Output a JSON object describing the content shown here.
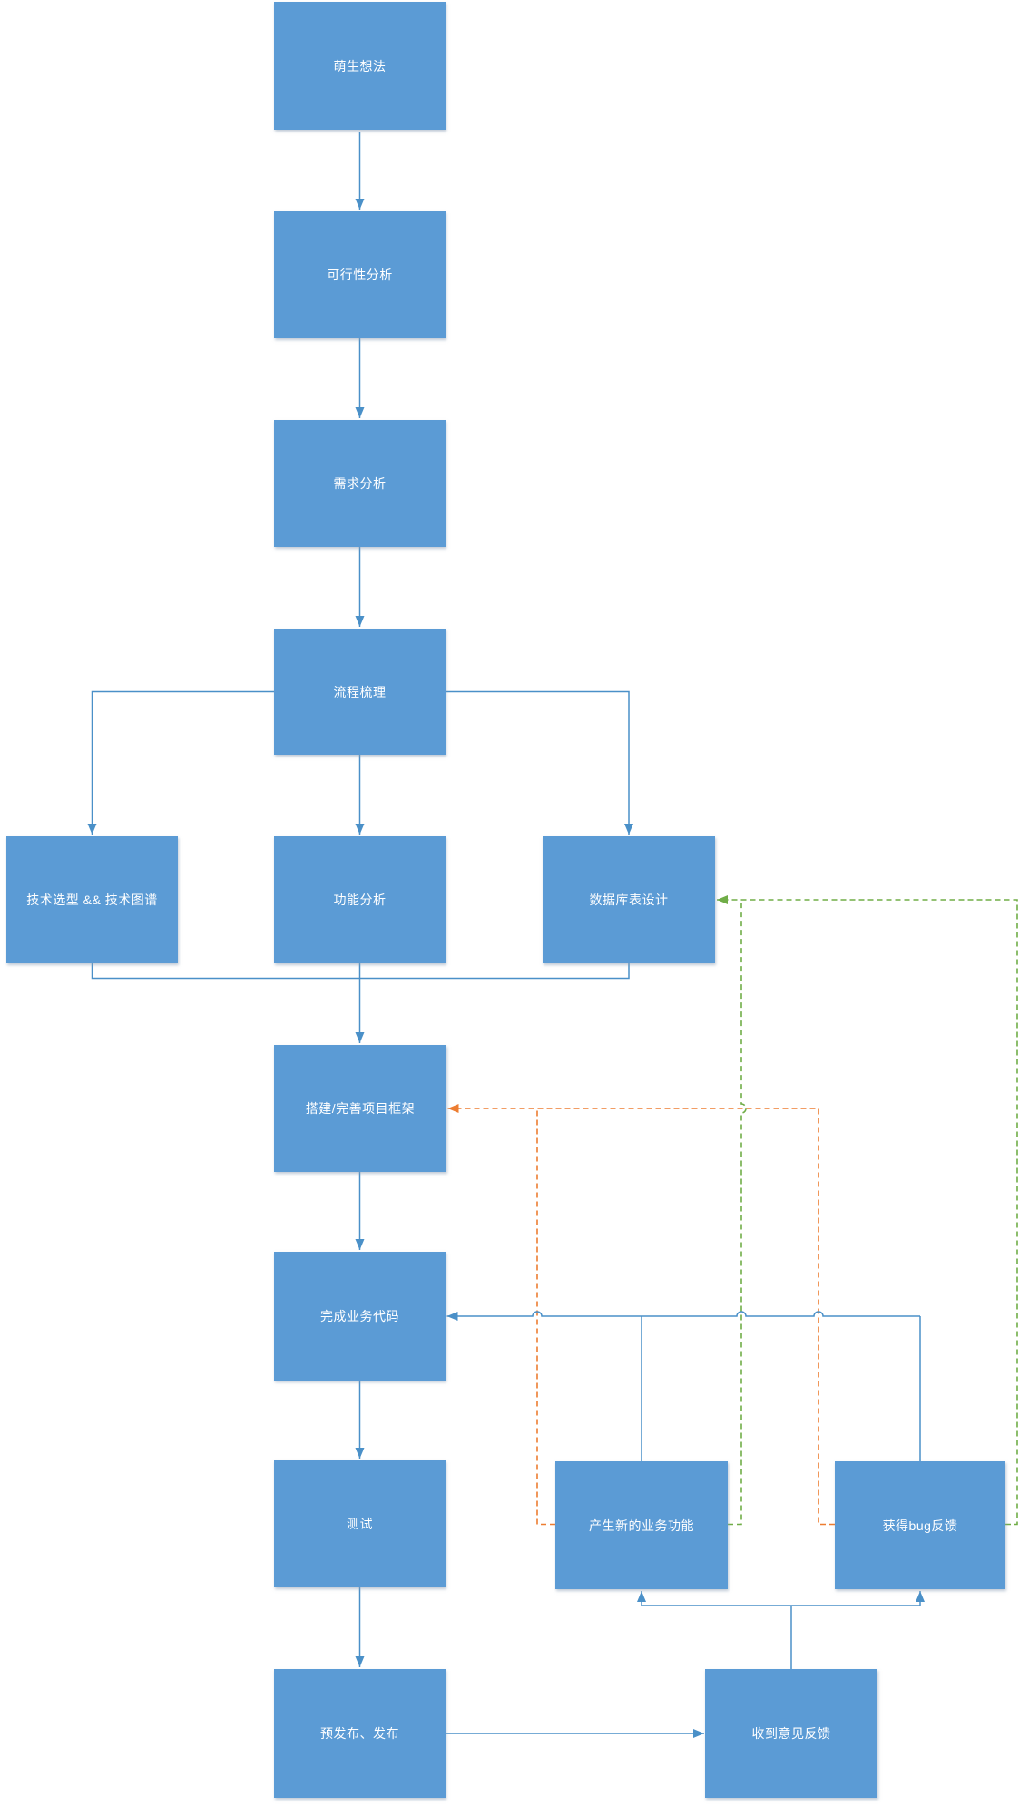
{
  "diagram": {
    "type": "flowchart",
    "colors": {
      "node_fill": "#5b9bd5",
      "node_text": "#ffffff",
      "edge_solid_blue": "#4a90c8",
      "edge_dashed_orange": "#ed7d31",
      "edge_dashed_green": "#70ad47",
      "background": "#ffffff"
    },
    "nodes": {
      "idea": {
        "label": "萌生想法"
      },
      "feasibility": {
        "label": "可行性分析"
      },
      "requirements": {
        "label": "需求分析"
      },
      "process": {
        "label": "流程梳理"
      },
      "tech": {
        "label": "技术选型 && 技术图谱"
      },
      "function": {
        "label": "功能分析"
      },
      "database": {
        "label": "数据库表设计"
      },
      "framework": {
        "label": "搭建/完善项目框架"
      },
      "code": {
        "label": "完成业务代码"
      },
      "test": {
        "label": "测试"
      },
      "new_feature": {
        "label": "产生新的业务功能"
      },
      "bug_feedback": {
        "label": "获得bug反馈"
      },
      "release": {
        "label": "预发布、发布"
      },
      "feedback": {
        "label": "收到意见反馈"
      }
    },
    "edges": [
      {
        "from": "idea",
        "to": "feasibility",
        "style": "solid-blue"
      },
      {
        "from": "feasibility",
        "to": "requirements",
        "style": "solid-blue"
      },
      {
        "from": "requirements",
        "to": "process",
        "style": "solid-blue"
      },
      {
        "from": "process",
        "to": "tech",
        "style": "solid-blue"
      },
      {
        "from": "process",
        "to": "function",
        "style": "solid-blue"
      },
      {
        "from": "process",
        "to": "database",
        "style": "solid-blue"
      },
      {
        "from": "tech",
        "to": "framework",
        "style": "solid-blue"
      },
      {
        "from": "function",
        "to": "framework",
        "style": "solid-blue"
      },
      {
        "from": "database",
        "to": "framework",
        "style": "solid-blue"
      },
      {
        "from": "framework",
        "to": "code",
        "style": "solid-blue"
      },
      {
        "from": "code",
        "to": "test",
        "style": "solid-blue"
      },
      {
        "from": "test",
        "to": "release",
        "style": "solid-blue"
      },
      {
        "from": "release",
        "to": "feedback",
        "style": "solid-blue"
      },
      {
        "from": "feedback",
        "to": "new_feature",
        "style": "solid-blue"
      },
      {
        "from": "feedback",
        "to": "bug_feedback",
        "style": "solid-blue"
      },
      {
        "from": "new_feature",
        "to": "code",
        "style": "solid-blue"
      },
      {
        "from": "bug_feedback",
        "to": "code",
        "style": "solid-blue"
      },
      {
        "from": "new_feature",
        "to": "framework",
        "style": "dashed-orange"
      },
      {
        "from": "bug_feedback",
        "to": "framework",
        "style": "dashed-orange"
      },
      {
        "from": "new_feature",
        "to": "database",
        "style": "dashed-green"
      },
      {
        "from": "bug_feedback",
        "to": "database",
        "style": "dashed-green"
      }
    ]
  }
}
